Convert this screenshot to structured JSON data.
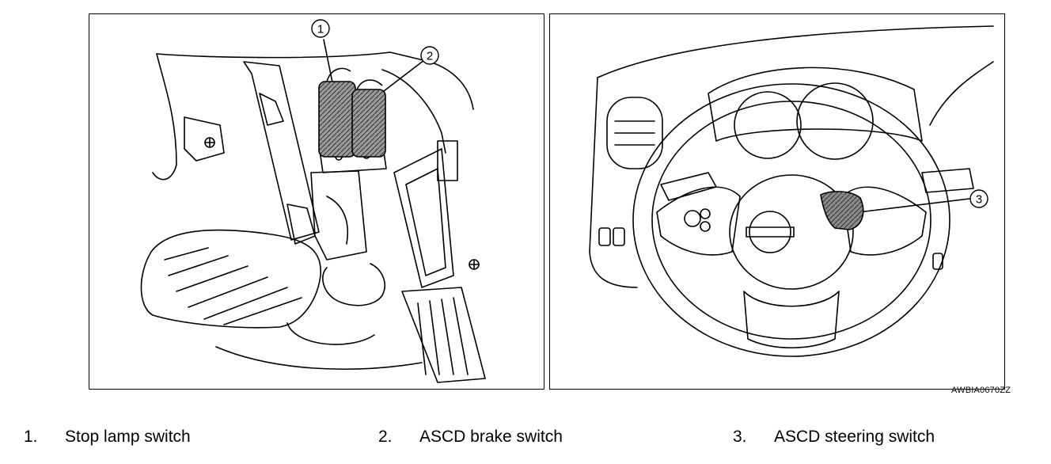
{
  "figure_code": "AWBIA0670ZZ",
  "callouts": [
    "1",
    "2",
    "3"
  ],
  "legend": [
    {
      "num": "1.",
      "label": "Stop lamp switch"
    },
    {
      "num": "2.",
      "label": "ASCD brake switch"
    },
    {
      "num": "3.",
      "label": "ASCD steering switch"
    }
  ],
  "colors": {
    "line": "#000000",
    "background": "#ffffff",
    "highlight": "#8a8a8a"
  }
}
